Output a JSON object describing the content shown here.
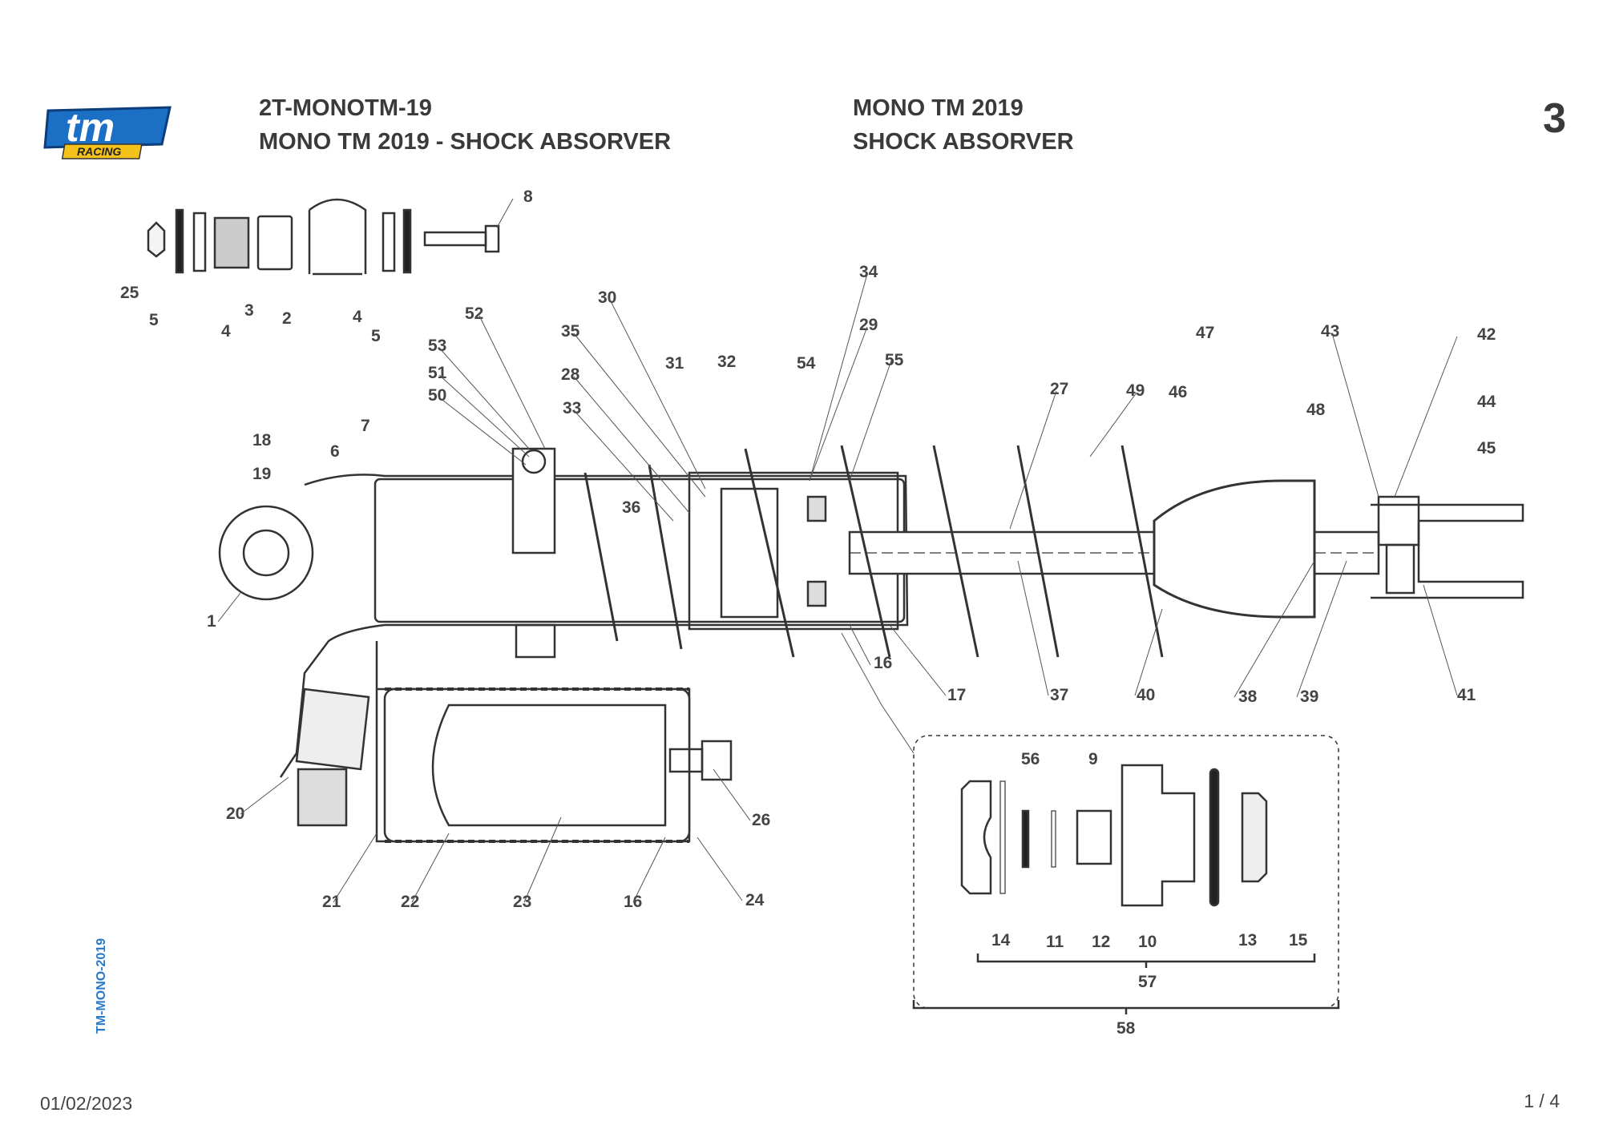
{
  "header": {
    "code": "2T-MONOTM-19",
    "title_left": "MONO TM 2019 - SHOCK ABSORVER",
    "model": "MONO TM 2019",
    "title_right": "SHOCK ABSORVER",
    "page_number": "3"
  },
  "logo": {
    "main": "tm",
    "sub": "RACING",
    "icon": "tm-racing-logo"
  },
  "side_code": "TM-MONO-2019",
  "footer": {
    "date": "01/02/2023",
    "pager": "1 / 4"
  },
  "colors": {
    "text": "#3a3a3a",
    "side_code": "#2a7ac8",
    "logo_blue": "#1b6fc4",
    "logo_yellow": "#f3c21b"
  },
  "callouts": [
    "1",
    "2",
    "3",
    "4",
    "4",
    "5",
    "5",
    "6",
    "7",
    "8",
    "9",
    "10",
    "11",
    "12",
    "13",
    "14",
    "15",
    "16",
    "16",
    "17",
    "18",
    "19",
    "20",
    "21",
    "22",
    "23",
    "24",
    "25",
    "26",
    "27",
    "28",
    "29",
    "30",
    "31",
    "32",
    "33",
    "34",
    "35",
    "36",
    "37",
    "38",
    "39",
    "40",
    "41",
    "42",
    "43",
    "44",
    "45",
    "46",
    "47",
    "48",
    "49",
    "50",
    "51",
    "52",
    "53",
    "54",
    "55",
    "56"
  ],
  "groups": [
    "57",
    "58"
  ]
}
